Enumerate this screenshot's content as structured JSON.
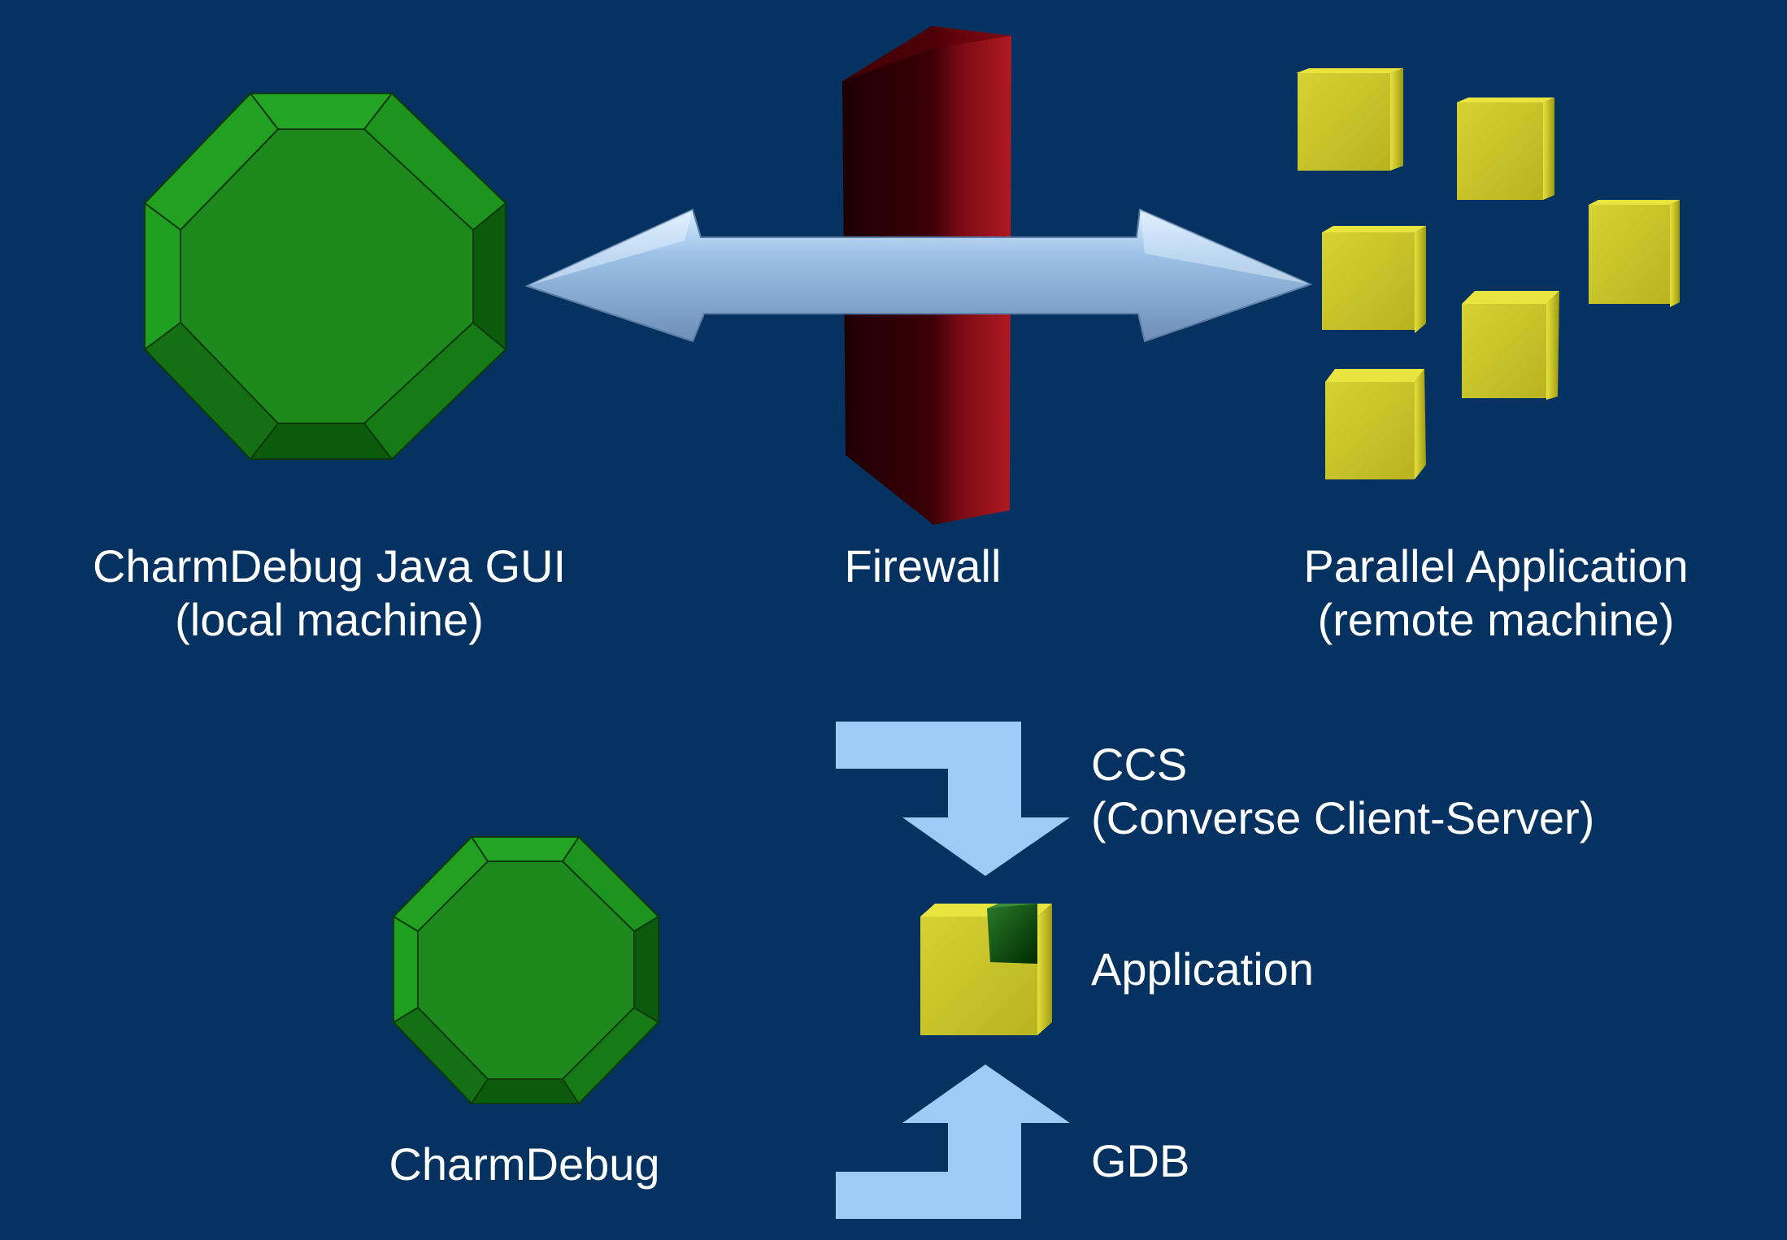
{
  "colors": {
    "background": "#053260",
    "octagon_green": "#1f8a1f",
    "firewall_red": "#8a0a12",
    "cube_yellow": "#c8c42a",
    "arrow_blue": "#9ecbf6",
    "text": "#ffffff"
  },
  "top_diagram": {
    "gui": {
      "line1": "CharmDebug Java GUI",
      "line2": "(local machine)"
    },
    "firewall": {
      "label": "Firewall"
    },
    "app": {
      "line1": "Parallel Application",
      "line2": "(remote machine)"
    }
  },
  "bottom_diagram": {
    "charmdebug": {
      "label": "CharmDebug"
    },
    "ccs": {
      "line1": "CCS",
      "line2": "(Converse Client-Server)"
    },
    "application": {
      "label": "Application"
    },
    "gdb": {
      "label": "GDB"
    }
  }
}
